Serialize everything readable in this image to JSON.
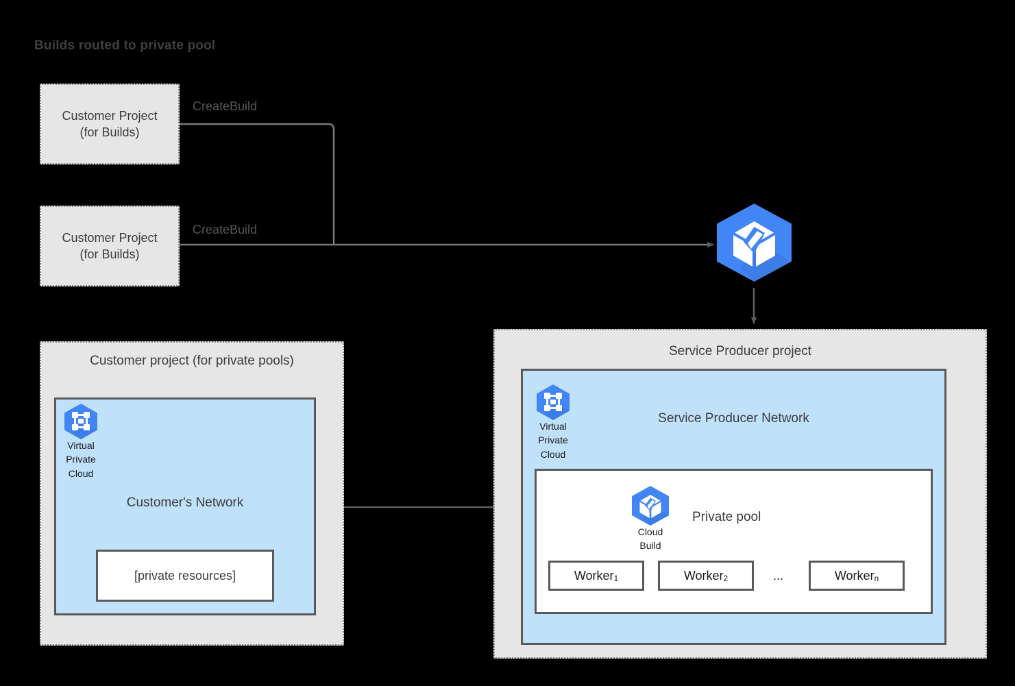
{
  "diagram": {
    "title": "Builds routed to private pool",
    "edges": {
      "create_build_top": "CreateBuild",
      "create_build_bottom": "CreateBuild"
    },
    "icons": {
      "cloud_build": "cloud-build-hexagon-icon",
      "vpc": "virtual-private-cloud-hexagon-icon",
      "vpc_caption_line1": "Virtual",
      "vpc_caption_line2": "Private",
      "vpc_caption_line3": "Cloud",
      "cloud_build_caption_line1": "Cloud",
      "cloud_build_caption_line2": "Build"
    },
    "colors": {
      "google_blue": "#4285F4",
      "network_blue": "#bfe1f9",
      "project_grey": "#e6e6e6",
      "border_grey": "#5a5a5a",
      "arrow_grey": "#5f5f5f",
      "text_dark": "#3c3c3c",
      "background": "#000000"
    },
    "customer_build_projects": [
      {
        "line1": "Customer Project",
        "line2": "(for Builds)"
      },
      {
        "line1": "Customer Project",
        "line2": "(for Builds)"
      }
    ],
    "customer_private_pool_project": {
      "label": "Customer project (for private pools)",
      "network_title": "Customer's Network",
      "resource_box": "[private resources]"
    },
    "service_producer_project": {
      "label": "Service Producer project",
      "network_title": "Service Producer Network",
      "private_pool_title": "Private pool",
      "workers": [
        {
          "name": "Worker",
          "sub": "1"
        },
        {
          "name": "Worker",
          "sub": "2"
        },
        {
          "name": "Worker",
          "sub": "n"
        }
      ],
      "worker_ellipsis": "..."
    }
  }
}
